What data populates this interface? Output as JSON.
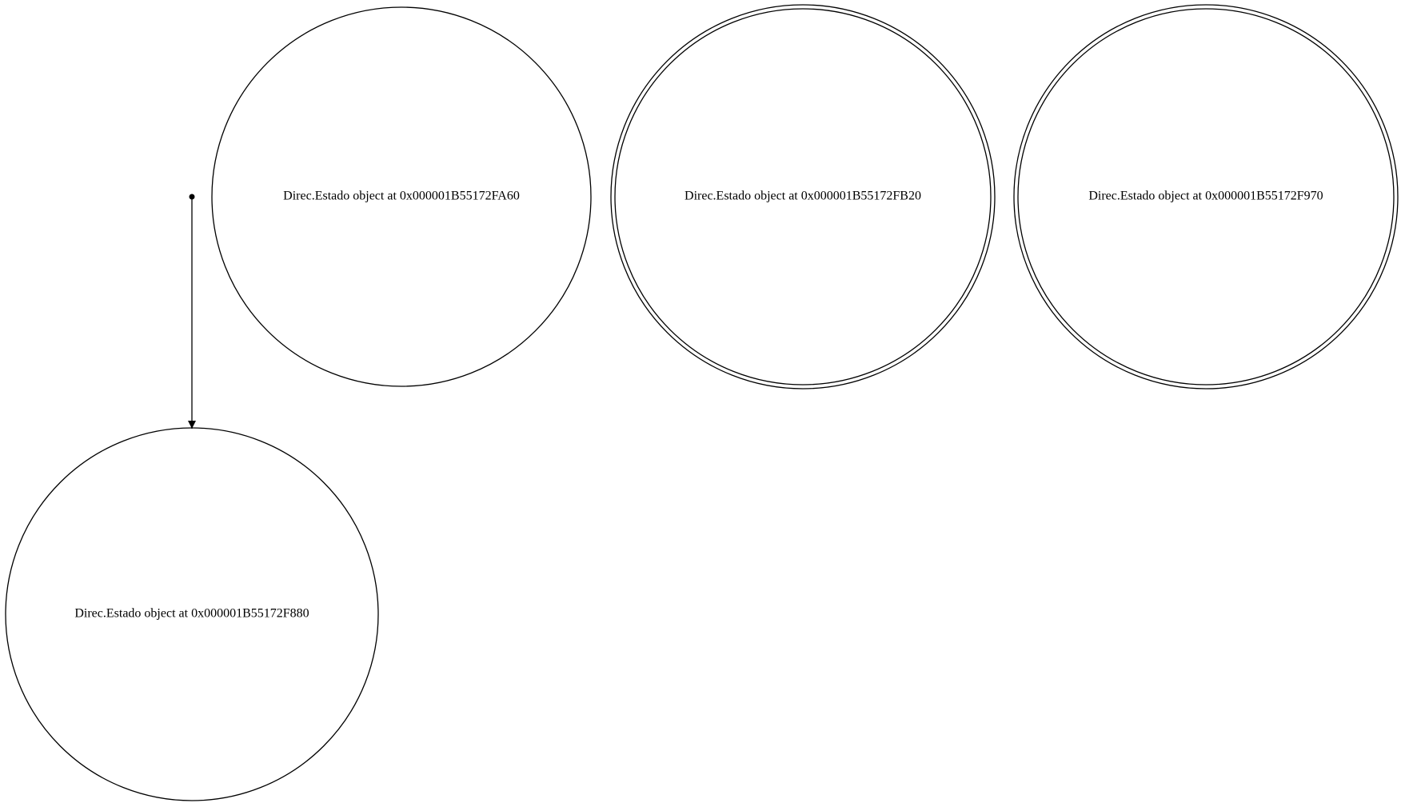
{
  "diagram": {
    "type": "state-machine",
    "states": [
      {
        "id": "s0",
        "label": "Direc.Estado object at 0x000001B55172FA60",
        "accepting": false,
        "initial": false
      },
      {
        "id": "s1",
        "label": "Direc.Estado object at 0x000001B55172FB20",
        "accepting": true,
        "initial": false
      },
      {
        "id": "s2",
        "label": "Direc.Estado object at 0x000001B55172F970",
        "accepting": true,
        "initial": false
      },
      {
        "id": "s3",
        "label": "Direc.Estado object at 0x000001B55172F880",
        "accepting": false,
        "initial": true
      }
    ],
    "transitions": [
      {
        "from": "start",
        "to": "s3",
        "label": ""
      }
    ],
    "colors": {
      "stroke": "#000000",
      "background": "#ffffff"
    }
  }
}
